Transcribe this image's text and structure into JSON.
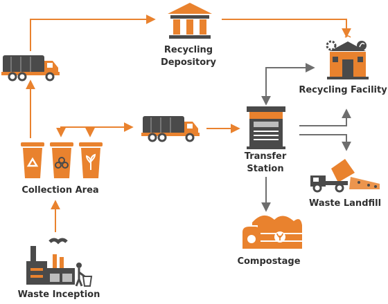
{
  "colors": {
    "orange": "#e9822e",
    "dark": "#4a4a4a",
    "gray_arrow": "#6e6e6e",
    "light": "#bdbdbd"
  },
  "icons": {
    "truck_top": "garbage-truck-icon",
    "truck_mid": "garbage-truck-icon",
    "depository": "bank-building-icon",
    "facility": "recycling-facility-icon",
    "transfer": "transfer-station-icon",
    "bins": [
      "recycle-bin-icon",
      "biohazard-bin-icon",
      "organic-bin-icon"
    ],
    "landfill": "dump-truck-icon",
    "compost": "compost-crate-icon",
    "factory": "factory-icon"
  },
  "nodes": {
    "depository": {
      "line1": "Recycling",
      "line2": "Depository"
    },
    "facility": {
      "label": "Recycling Facility"
    },
    "transfer": {
      "line1": "Transfer",
      "line2": "Station"
    },
    "collection": {
      "label": "Collection Area"
    },
    "landfill": {
      "label": "Waste Landfill"
    },
    "compost": {
      "label": "Compostage"
    },
    "inception": {
      "label": "Waste Inception"
    }
  }
}
